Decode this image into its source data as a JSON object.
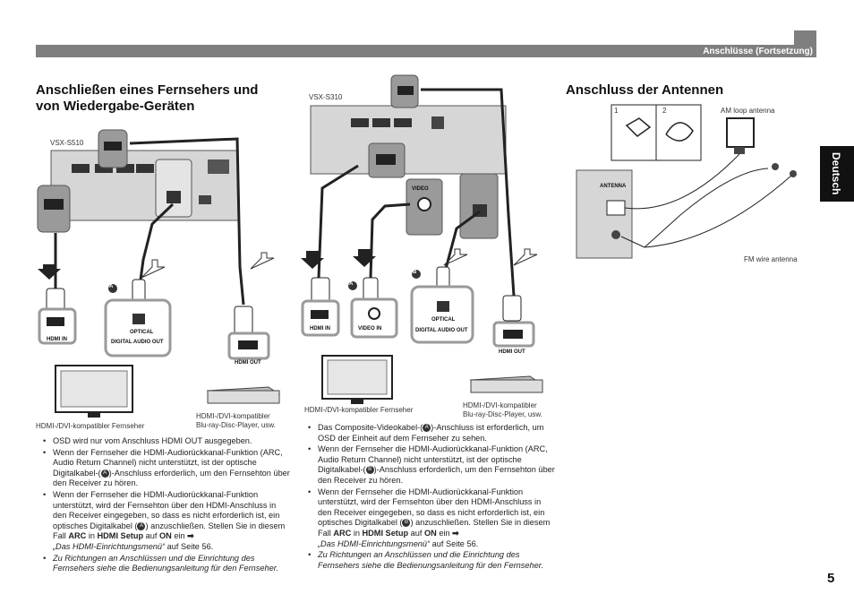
{
  "header": {
    "section": "Anschlüsse (Fortsetzung)"
  },
  "side_tab": {
    "label": "Deutsch"
  },
  "page_number": "5",
  "left": {
    "title_line1": "Anschließen eines Fernsehers und",
    "title_line2": "von Wiedergabe-Geräten",
    "model": "VSX-S510",
    "hdmi_in": "HDMI IN",
    "optical": "OPTICAL",
    "digital_audio_out": "DIGITAL AUDIO OUT",
    "hdmi_out": "HDMI OUT",
    "marker_a": "A",
    "tv_caption": "HDMI-/DVI-kompatibler Fernseher",
    "bd_caption_1": "HDMI-/DVI-kompatibler",
    "bd_caption_2": "Blu-ray-Disc-Player, usw.",
    "bullet1": "OSD wird nur vom Anschluss HDMI OUT ausgegeben.",
    "bullet2_a": "Wenn der Fernseher die HDMI-Audiorückkanal-Funktion (ARC, Audio Return Channel) nicht unterstützt, ist der optische Digitalkabel-(",
    "bullet2_b": ")-Anschluss erforderlich, um den Fernsehton über den Receiver zu hören.",
    "bullet3_a": "Wenn der Fernseher die HDMI-Audiorückkanal-Funktion unterstützt, wird der Fernsehton über den HDMI-Anschluss in den Receiver eingegeben, so dass es nicht erforderlich ist, ein optisches Digitalkabel (",
    "bullet3_b": ") anzuschließen. Stellen Sie in diesem Fall ",
    "arc": "ARC",
    "in_word": " in ",
    "hdmi_setup": "HDMI Setup",
    "auf": " auf ",
    "on": "ON",
    "ein": " ein ",
    "arrow": "➡",
    "ref_page": "„Das HDMI-Einrichtungsmenü“",
    "ref_page_suffix": " auf Seite 56.",
    "bullet4": "Zu Richtungen an Anschlüssen und die Einrichtung des Fernsehers siehe die Bedienungsanleitung für den Fernseher."
  },
  "middle": {
    "model": "VSX-S310",
    "hdmi_in": "HDMI IN",
    "video_in": "VIDEO IN",
    "optical": "OPTICAL",
    "digital_audio_out": "DIGITAL AUDIO OUT",
    "hdmi_out": "HDMI OUT",
    "video": "VIDEO",
    "marker_a": "A",
    "marker_b": "B",
    "tv_caption": "HDMI-/DVI-kompatibler Fernseher",
    "bd_caption_1": "HDMI-/DVI-kompatibler",
    "bd_caption_2": "Blu-ray-Disc-Player, usw.",
    "bullet1_a": "Das Composite-Videokabel-(",
    "bullet1_b": ")-Anschluss ist erforderlich, um OSD der Einheit auf dem Fernseher zu sehen.",
    "bullet2_a": "Wenn der Fernseher die HDMI-Audiorückkanal-Funktion (ARC, Audio Return Channel) nicht unterstützt, ist der optische Digitalkabel-(",
    "bullet2_b": ")-Anschluss erforderlich, um den Fernsehton über den Receiver zu hören.",
    "bullet3_a": "Wenn der Fernseher die HDMI-Audiorückkanal-Funktion unterstützt, wird der Fernsehton über den HDMI-Anschluss in den Receiver eingegeben, so dass es nicht erforderlich ist, ein optisches Digitalkabel (",
    "bullet3_b": ") anzuschließen. Stellen Sie in diesem Fall ",
    "arc": "ARC",
    "in_word": " in ",
    "hdmi_setup": "HDMI Setup",
    "auf": " auf ",
    "on": "ON",
    "ein": " ein ",
    "arrow": "➡",
    "ref_page": "„Das HDMI-Einrichtungsmenü“",
    "ref_page_suffix": " auf Seite 56.",
    "bullet4": "Zu Richtungen an Anschlüssen und die Einrichtung des Fernsehers siehe die Bedienungsanleitung für den Fernseher."
  },
  "right": {
    "title": "Anschluss der Antennen",
    "step1": "1",
    "step2": "2",
    "am_label": "AM loop antenna",
    "fm_label": "FM wire antenna",
    "antenna_label": "ANTENNA"
  },
  "colors": {
    "header_bar": "#7f7f7f",
    "side_tab": "#111111",
    "panel": "#d0d0d0",
    "callout": "#9a9a9a"
  }
}
